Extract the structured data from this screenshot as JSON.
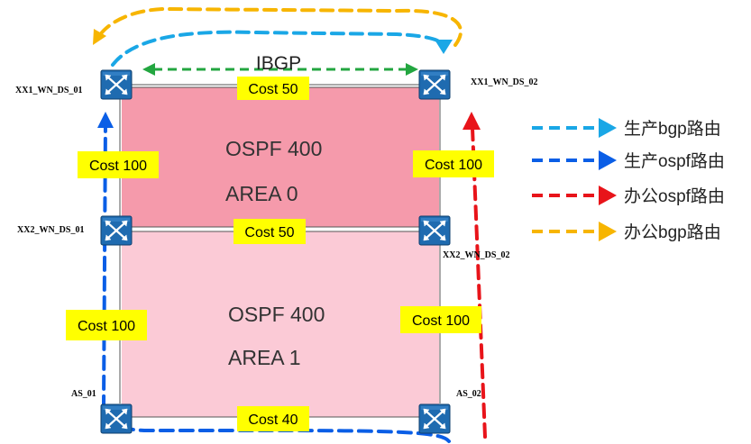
{
  "colors": {
    "area0_fill": "#f59aab",
    "area1_fill": "#fbcad6",
    "cost_box": "#ffff00",
    "switch_fill": "#1f6bb0",
    "prod_bgp": "#1aa7e6",
    "prod_ospf": "#0a5ee6",
    "office_ospf": "#e8141a",
    "office_bgp": "#f7b500",
    "ibgp": "#23a640"
  },
  "ibgp": {
    "label": "IBGP"
  },
  "nodes": {
    "xx1_01": {
      "label": "XX1_WN_DS_01",
      "icon": "switch-icon"
    },
    "xx1_02": {
      "label": "XX1_WN_DS_02",
      "icon": "switch-icon"
    },
    "xx2_01": {
      "label": "XX2_WN_DS_01",
      "icon": "switch-icon"
    },
    "xx2_02": {
      "label": "XX2_WN_DS_02",
      "icon": "switch-icon"
    },
    "as_01": {
      "label": "AS_01",
      "icon": "switch-icon"
    },
    "as_02": {
      "label": "AS_02",
      "icon": "switch-icon"
    }
  },
  "costs": {
    "top": "Cost 50",
    "upper_left": "Cost 100",
    "upper_right": "Cost 100",
    "middle": "Cost 50",
    "lower_left": "Cost 100",
    "lower_right": "Cost 100",
    "bottom": "Cost 40"
  },
  "areas": {
    "area0": {
      "ospf": "OSPF 400",
      "area": "AREA 0"
    },
    "area1": {
      "ospf": "OSPF 400",
      "area": "AREA 1"
    }
  },
  "legend": [
    {
      "label": "生产bgp路由",
      "color": "#1aa7e6"
    },
    {
      "label": "生产ospf路由",
      "color": "#0a5ee6"
    },
    {
      "label": "办公ospf路由",
      "color": "#e8141a"
    },
    {
      "label": "办公bgp路由",
      "color": "#f7b500"
    }
  ]
}
